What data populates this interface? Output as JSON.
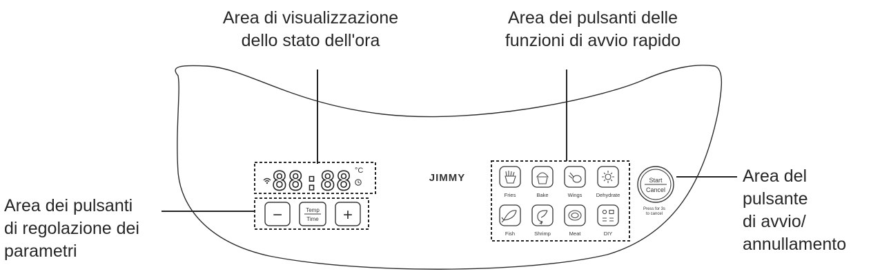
{
  "annotations": {
    "time_display": {
      "lines": [
        "Area di visualizzazione",
        "dello stato dell'ora"
      ]
    },
    "quick_functions": {
      "lines": [
        "Area dei pulsanti delle",
        "funzioni di avvio rapido"
      ]
    },
    "parameter_buttons": {
      "lines": [
        "Area dei pulsanti",
        "di regolazione dei",
        "parametri"
      ]
    },
    "start_button": {
      "lines": [
        "Area del",
        "pulsante",
        "di avvio/",
        "annullamento"
      ]
    }
  },
  "panel": {
    "brand": "JIMMY",
    "display": {
      "digits": "88:88",
      "unit": "°C",
      "wifi_label": "wifi"
    },
    "adjust_buttons": {
      "minus": "−",
      "plus": "+",
      "temp_label": "Temp",
      "time_label": "Time"
    },
    "functions": [
      {
        "label": "Fries",
        "icon": "fries-icon"
      },
      {
        "label": "Bake",
        "icon": "cupcake-icon"
      },
      {
        "label": "Wings",
        "icon": "wings-icon"
      },
      {
        "label": "Dehydrate",
        "icon": "sun-icon"
      },
      {
        "label": "Fish",
        "icon": "fish-icon"
      },
      {
        "label": "Shrimp",
        "icon": "shrimp-icon"
      },
      {
        "label": "Meat",
        "icon": "steak-icon"
      },
      {
        "label": "DIY",
        "icon": "diy-icon"
      }
    ],
    "start_button": {
      "start": "Start",
      "cancel": "Cancel",
      "hint_line1": "Press for 3s",
      "hint_line2": "to cancel"
    }
  },
  "colors": {
    "line": "#2a2a2a",
    "text": "#262626",
    "background": "#ffffff"
  }
}
